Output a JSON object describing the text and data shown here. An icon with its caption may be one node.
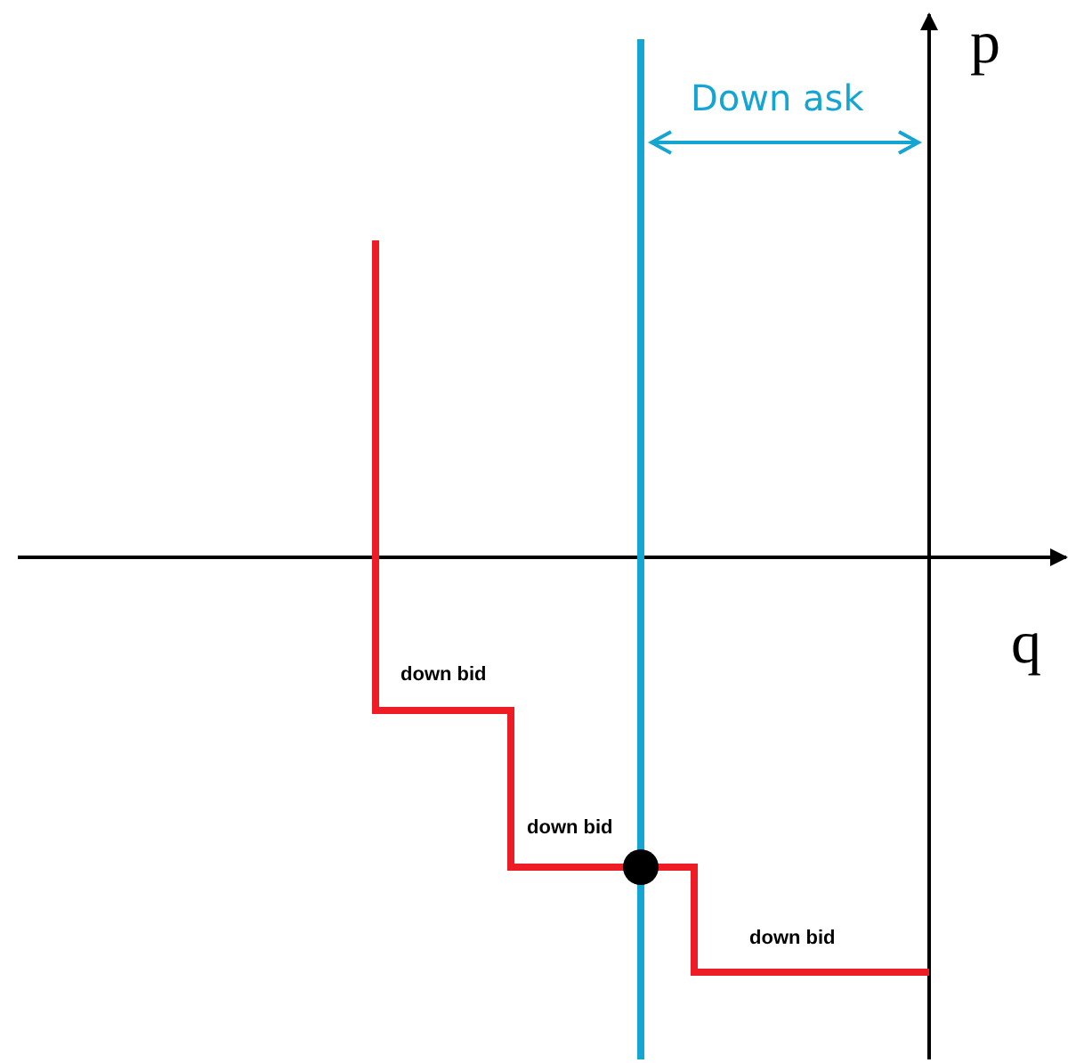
{
  "diagram": {
    "labels": [
      "p",
      "Down ask",
      "q",
      "down bid",
      "down bid",
      "down bid"
    ]
  }
}
